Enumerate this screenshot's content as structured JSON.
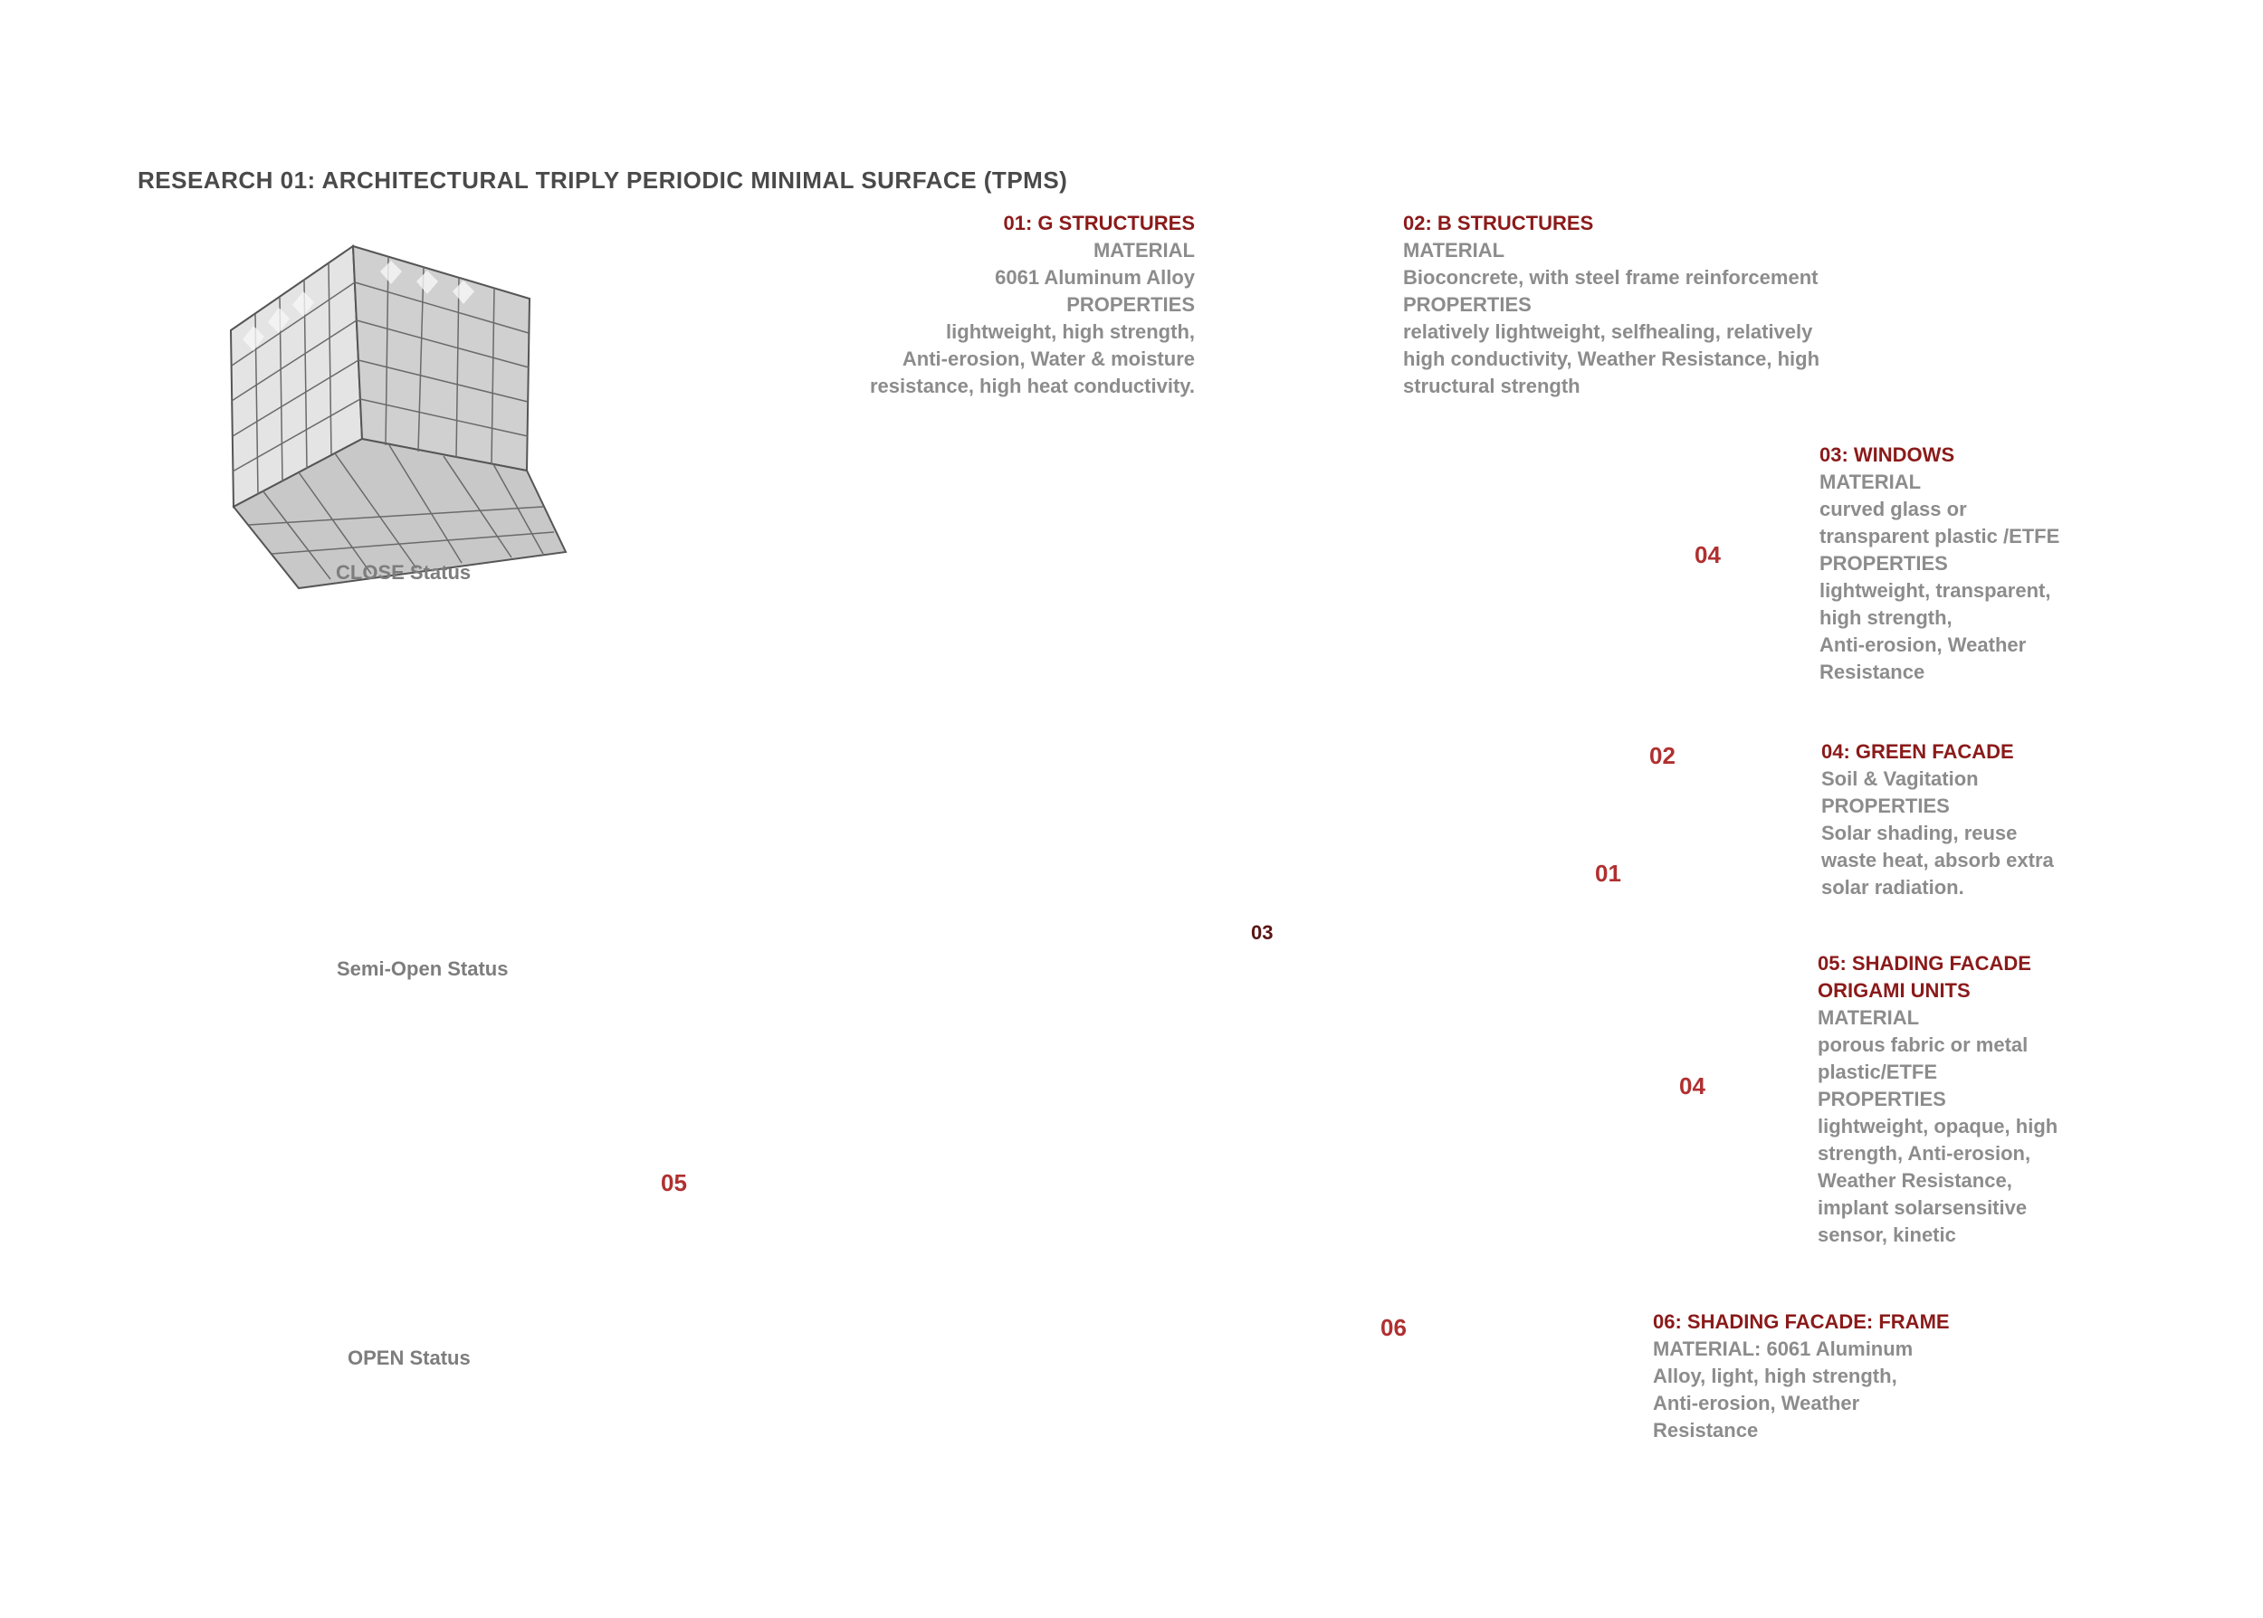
{
  "title": "RESEARCH 01: ARCHITECTURAL TRIPLY PERIODIC MINIMAL SURFACE (TPMS)",
  "status_panels": [
    {
      "label": "CLOSE Status"
    },
    {
      "label": "Semi-Open Status"
    },
    {
      "label": "OPEN Status"
    }
  ],
  "blocks": {
    "g_structures": {
      "heading": "01: G STRUCTURES",
      "lines": [
        "MATERIAL",
        "6061 Aluminum Alloy",
        "PROPERTIES",
        "lightweight, high strength,",
        "Anti-erosion, Water & moisture",
        "resistance, high heat conductivity."
      ]
    },
    "b_structures": {
      "heading": "02: B STRUCTURES",
      "lines": [
        "MATERIAL",
        "Bioconcrete, with steel frame reinforcement",
        "PROPERTIES",
        "relatively lightweight, selfhealing, relatively",
        "high conductivity, Weather Resistance, high",
        "structural strength"
      ]
    },
    "windows": {
      "heading": "03: WINDOWS",
      "lines": [
        "MATERIAL",
        "curved glass or",
        "transparent plastic /ETFE",
        "PROPERTIES",
        "lightweight, transparent,",
        "high strength,",
        "Anti-erosion, Weather",
        "Resistance"
      ]
    },
    "green_facade": {
      "heading": "04: GREEN FACADE",
      "lines": [
        "Soil & Vagitation",
        "PROPERTIES",
        "Solar shading, reuse",
        "waste heat, absorb extra",
        "solar radiation."
      ]
    },
    "shading_origami": {
      "heading": "05: SHADING FACADE",
      "heading2": "ORIGAMI UNITS",
      "lines": [
        "MATERIAL",
        "porous fabric or metal",
        "plastic/ETFE",
        "PROPERTIES",
        "lightweight, opaque, high",
        "strength, Anti-erosion,",
        "Weather Resistance,",
        "implant solarsensitive",
        "sensor, kinetic"
      ]
    },
    "shading_frame": {
      "heading": "06: SHADING FACADE: FRAME",
      "lines": [
        "MATERIAL: 6061 Aluminum",
        "Alloy, light, high strength,",
        "Anti-erosion, Weather",
        "Resistance"
      ]
    }
  },
  "markers": {
    "m04_top": "04",
    "m02": "02",
    "m01": "01",
    "m03": "03",
    "m04_bottom": "04",
    "m05": "05",
    "m06": "06"
  },
  "colors": {
    "accent": "#8b1a1a",
    "marker": "#c0392b",
    "text_gray": "#8c8c8c"
  }
}
